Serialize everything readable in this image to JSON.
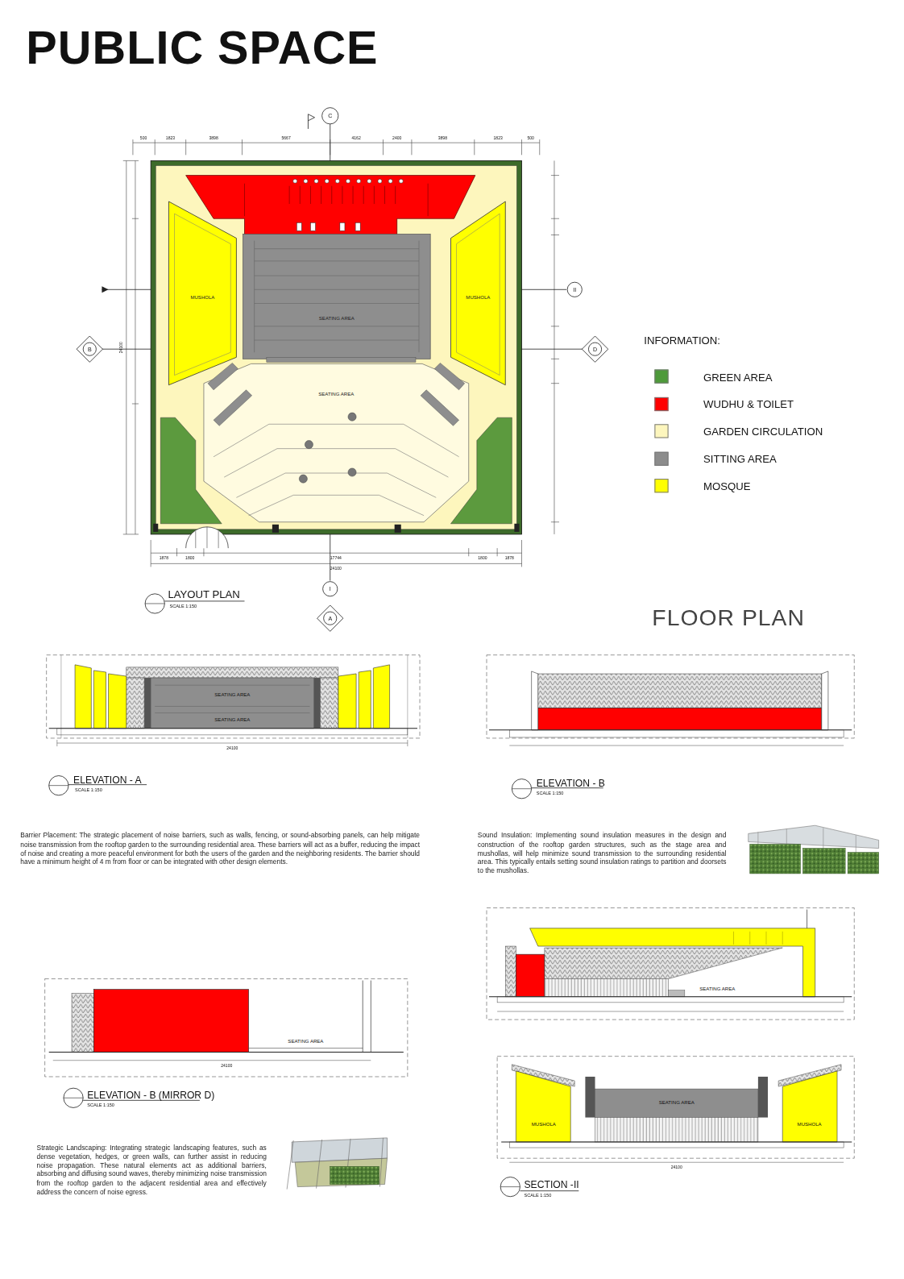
{
  "diagram": {
    "title": "PUBLIC SPACE",
    "nodes": [
      {
        "text": [
          "MUSHOLA"
        ]
      },
      {
        "text": [
          "MUSHOLA"
        ]
      },
      {
        "text": [
          "SEATING AREA"
        ]
      },
      {
        "text": [
          "SEATING AREA"
        ]
      }
    ],
    "labels": [
      "FLOOR PLAN",
      "LAYOUT PLAN",
      "SCALE 1:150",
      "INFORMATION:",
      "ELEVATION - A",
      "SCALE 1:150",
      "ELEVATION - B",
      "SCALE 1:150",
      "ELEVATION - B (MIRROR D)",
      "SCALE 1:150",
      "SECTION -II",
      "SCALE 1:150",
      "Barrier Placement: The strategic placement of noise barriers, such as walls, fencing, or sound-absorbing panels, can help mitigate noise transmission from the rooftop garden to the surrounding residential area. These barriers will act as a buffer, reducing the impact of noise and creating a more peaceful environment for both the users of the garden and the neighboring residents. The barrier should have a minimum height of 4 m from floor or can be integrated with other design elements.",
      "Sound Insulation: Implementing sound insulation measures in the design and construction of the rooftop garden structures, such as the stage area and mushollas, will help minimize sound transmission to the surrounding residential area. This typically entails setting sound insulation ratings to partition and doorsets to the mushollas.",
      "Strategic Landscaping: Integrating strategic landscaping features, such as dense vegetation, hedges, or green walls, can further assist in reducing noise propagation. These natural elements act as additional barriers, absorbing and diffusing sound waves, thereby minimizing noise transmission from the rooftop garden to the adjacent residential area and effectively address the concern of noise egress.",
      "SEATING AREA",
      "SEATING AREA",
      "SEATING AREA",
      "SEATING AREA",
      "SEATING AREA",
      "MUSHOLA",
      "MUSHOLA",
      "500",
      "1823",
      "3898",
      "5667",
      "4162",
      "2400",
      "3898",
      "1823",
      "500",
      "1878",
      "1800",
      "17744",
      "1800",
      "1878",
      "24100",
      "24100",
      "24100",
      "24100",
      "24100",
      "C",
      "B",
      "D",
      "A",
      "I",
      "II"
    ],
    "legend": [
      {
        "text": "GREEN AREA",
        "color": "#4e9a3a"
      },
      {
        "text": "WUDHU & TOILET",
        "color": "#ff0000"
      },
      {
        "text": "GARDEN CIRCULATION",
        "color": "#fdf6bd"
      },
      {
        "text": "SITTING AREA",
        "color": "#8c8c8c"
      },
      {
        "text": "MOSQUE",
        "color": "#ffff00"
      }
    ]
  }
}
